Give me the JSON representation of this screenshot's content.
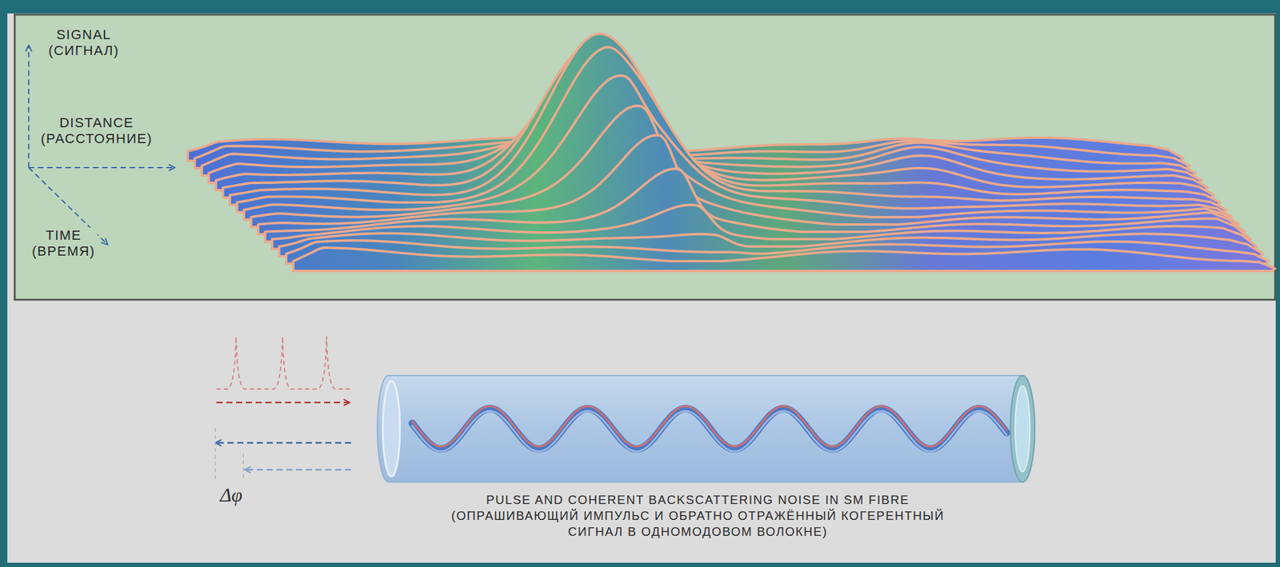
{
  "diagram": {
    "caption": "PULSE AND COHERENT BACKSCATTERING NOISE IN SM FIBRE (ОПРАШИВАЮЩИЙ ИМПУЛЬС И ОБРАТНО ОТРАЖЁННЫЙ КОГЕРЕНТНЫЙ СИГНАЛ В ОДНОМОДОВОМ ВОЛОКНЕ)",
    "labels": [
      "SIGNAL (СИГНАЛ)",
      "DISTANCE (РАССТОЯНИЕ)",
      "TIME (ВРЕМЯ)",
      "Δφ"
    ]
  }
}
